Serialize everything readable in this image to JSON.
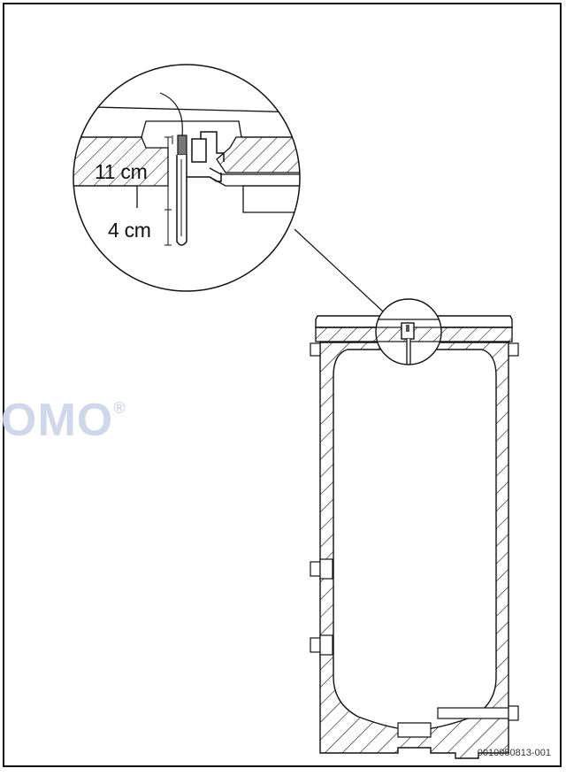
{
  "annotations": {
    "dim_upper": "11 cm",
    "dim_lower": "4 cm"
  },
  "watermark": {
    "text": "OMO",
    "mark": "®"
  },
  "figure_id": "0010050813-001"
}
